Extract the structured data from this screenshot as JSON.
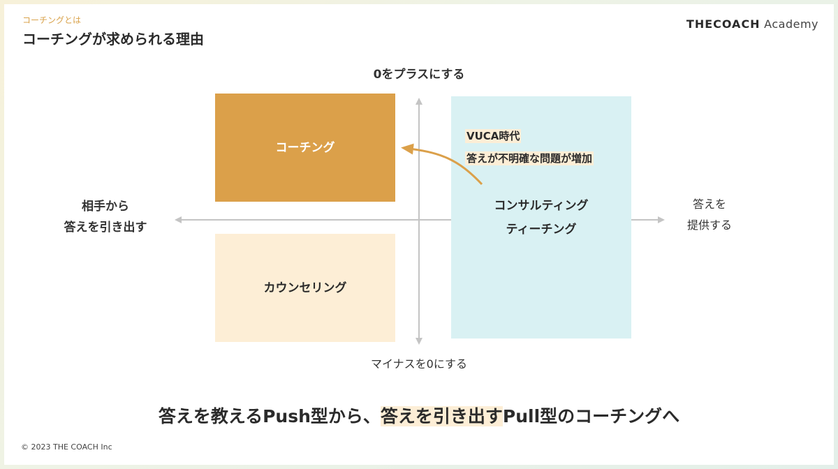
{
  "header": {
    "eyebrow": "コーチングとは",
    "title": "コーチングが求められる理由",
    "brand_bold": "THECOACH",
    "brand_light": "Academy"
  },
  "axes": {
    "top": "0をプラスにする",
    "bottom": "マイナスを0にする",
    "left_line1": "相手から",
    "left_line2": "答えを引き出す",
    "right_line1": "答えを",
    "right_line2": "提供する"
  },
  "quadrants": {
    "coaching": "コーチング",
    "counseling": "カウンセリング",
    "consulting_line1": "コンサルティング",
    "consulting_line2": "ティーチング"
  },
  "annotation": {
    "line1": "VUCA時代",
    "line2": "答えが不明確な問題が増加"
  },
  "colors": {
    "coaching": "#dba04a",
    "counseling": "#fdeed6",
    "consulting": "#d9f1f3",
    "accent": "#dba04a",
    "axis": "#c4c4c4"
  },
  "message": {
    "part1": "答えを教えるPush型から、",
    "highlight": "答えを引き出す",
    "part2": "Pull型のコーチングへ"
  },
  "footer": {
    "copyright": "© 2023 THE COACH Inc"
  }
}
